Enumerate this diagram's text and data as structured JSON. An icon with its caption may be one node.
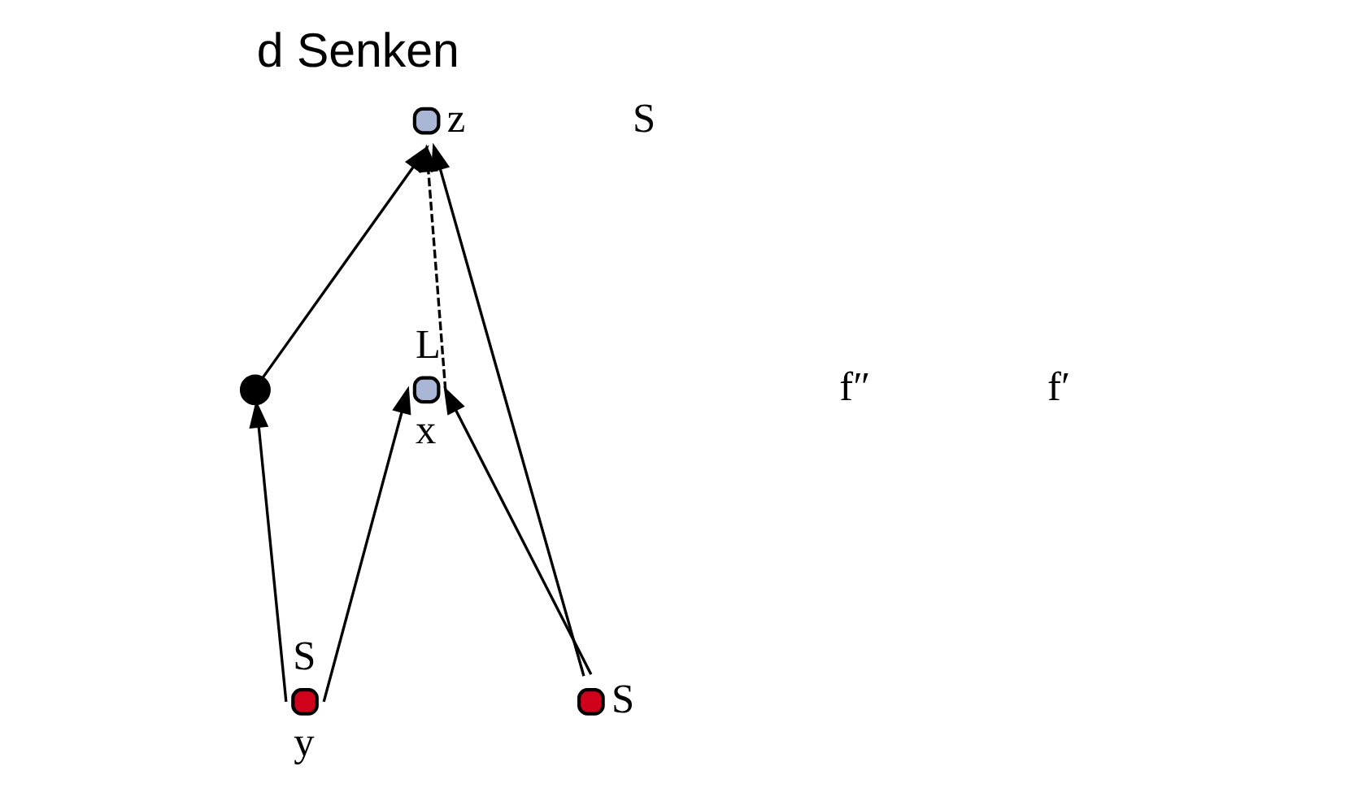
{
  "diagram": {
    "title": "d Senken",
    "nodes": [
      {
        "text": [],
        "shape": "circle"
      },
      {
        "text": [],
        "shape": "circle",
        "beside": [
          "L",
          "x"
        ]
      },
      {
        "text": [],
        "shape": "circle",
        "beside": [
          "z"
        ]
      },
      {
        "text": [],
        "shape": "circle",
        "beside": [
          "S",
          "y"
        ]
      },
      {
        "text": [],
        "shape": "circle",
        "beside": [
          "S"
        ]
      }
    ],
    "edges": [
      {
        "from": 0,
        "to": 2,
        "arrow": "to"
      },
      {
        "from": 1,
        "to": 2,
        "arrow": "to",
        "style": "dashed"
      },
      {
        "from": 3,
        "to": 0,
        "arrow": "to"
      },
      {
        "from": 3,
        "to": 1,
        "arrow": "to"
      },
      {
        "from": 4,
        "to": 1,
        "arrow": "to"
      },
      {
        "from": 4,
        "to": 2,
        "arrow": "to"
      }
    ],
    "labels": [
      "S",
      "f″",
      "f′"
    ]
  }
}
